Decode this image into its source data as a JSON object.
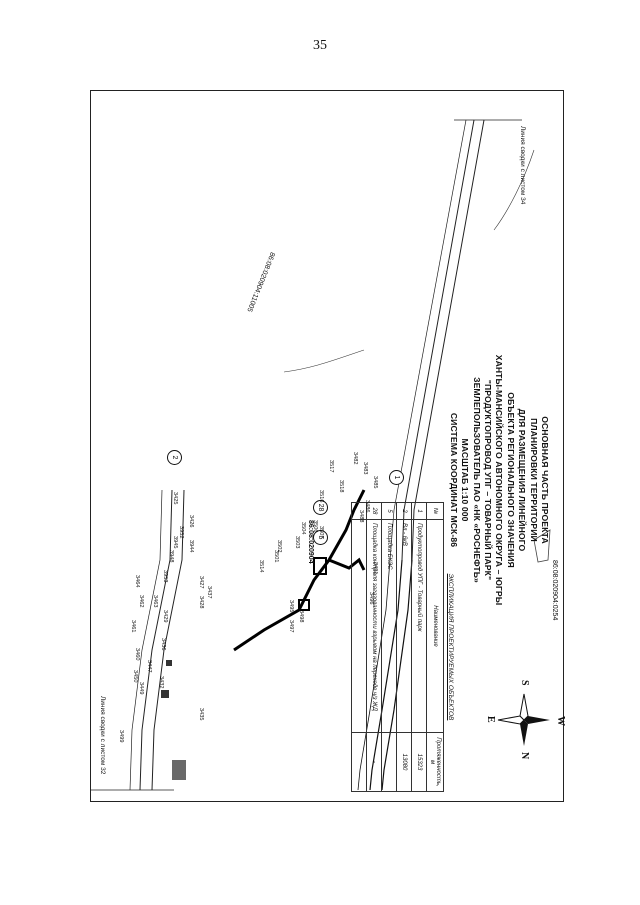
{
  "page_number": "35",
  "title_lines": [
    "ОСНОВНАЯ ЧАСТЬ ПРОЕКТА",
    "ПЛАНИРОВКИ ТЕРРИТОРИИ",
    "ДЛЯ РАЗМЕЩЕНИЯ ЛИНЕЙНОГО",
    "ОБЪЕКТА РЕГИОНАЛЬНОГО ЗНАЧЕНИЯ",
    "ХАНТЫ-МАНСИЙСКОГО АВТОНОМНОГО ОКРУГА – ЮГРЫ",
    "\"ПРОДУКТОПРОВОД УПГ – ТОВАРНЫЙ ПАРК\"",
    "ЗЕМЛЕПОЛЬЗОВАТЕЛЬ ПАО «НК «РОСНЕФТЬ»",
    "МАСШТАБ 1:10 000",
    "СИСТЕМА КООРДИНАТ МСК-86"
  ],
  "cadastral": {
    "block_a": "86:08:020904:0254",
    "block_b": "86:08:020904",
    "diagonal": "86:08:020904:11005"
  },
  "legend": {
    "caption": "ЭКСПЛИКАЦИЯ ПРОЕКТИРУЕМЫХ ОБЪЕКТОВ",
    "headers": [
      "№",
      "Наименование",
      "Протяженность, м"
    ],
    "rows": [
      {
        "num": "1",
        "name": "Продуктопровод УПГ - Товарный парк",
        "length": "15323"
      },
      {
        "num": "2",
        "name": "Вл - 6кВ",
        "length": "13080"
      },
      {
        "num": "5",
        "name": "Площадка БКЭС",
        "length": ""
      },
      {
        "num": "28",
        "name": "Площадка контроля загазованности взрывом на переходе ч/з ЖД",
        "length": "-"
      },
      {
        "num": "",
        "name": "",
        "length": ""
      }
    ]
  },
  "boundary": {
    "top": "Линия сводки с листом 34",
    "bottom": "Линия сводки с листом 32"
  },
  "compass": {
    "n": "N",
    "s": "S",
    "e": "E",
    "w": "W"
  },
  "circle_labels": [
    "2",
    "1",
    "5",
    "28"
  ],
  "point_labels": [
    "3425",
    "3426",
    "3952",
    "3945",
    "3944",
    "3948",
    "3953",
    "3427",
    "3437",
    "3428",
    "3429",
    "3436",
    "3435",
    "3432",
    "3447",
    "3449",
    "3450",
    "3460",
    "3461",
    "3462",
    "3464",
    "3463",
    "3499",
    "3514",
    "3501",
    "3502",
    "3503",
    "3504",
    "3506",
    "3507",
    "3516",
    "3517",
    "3518",
    "3482",
    "3483",
    "3485",
    "3486",
    "3488",
    "3491",
    "3496",
    "3495",
    "3498",
    "3497"
  ]
}
